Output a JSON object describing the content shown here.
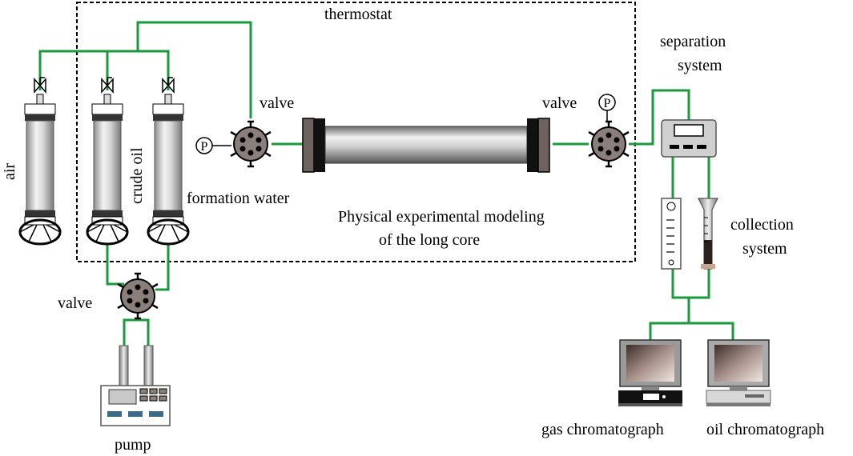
{
  "labels": {
    "thermostat": "thermostat",
    "separation_line1": "separation",
    "separation_line2": "system",
    "air": "air",
    "crude_oil": "crude oil",
    "formation_water": "formation water",
    "valve_left": "valve",
    "valve_center": "valve",
    "valve_right": "valve",
    "core_line1": "Physical experimental modeling",
    "core_line2": "of the long core",
    "collection_line1": "collection",
    "collection_line2": "system",
    "pump": "pump",
    "gas_chromatograph": "gas chromatograph",
    "oil_chromatograph": "oil chromatograph",
    "pressure_symbol": "P"
  },
  "colors": {
    "pipe": "#1a9a3c",
    "valve_body": "#8a7f7b",
    "core_end": "#6e625e",
    "frame": "#000000"
  }
}
